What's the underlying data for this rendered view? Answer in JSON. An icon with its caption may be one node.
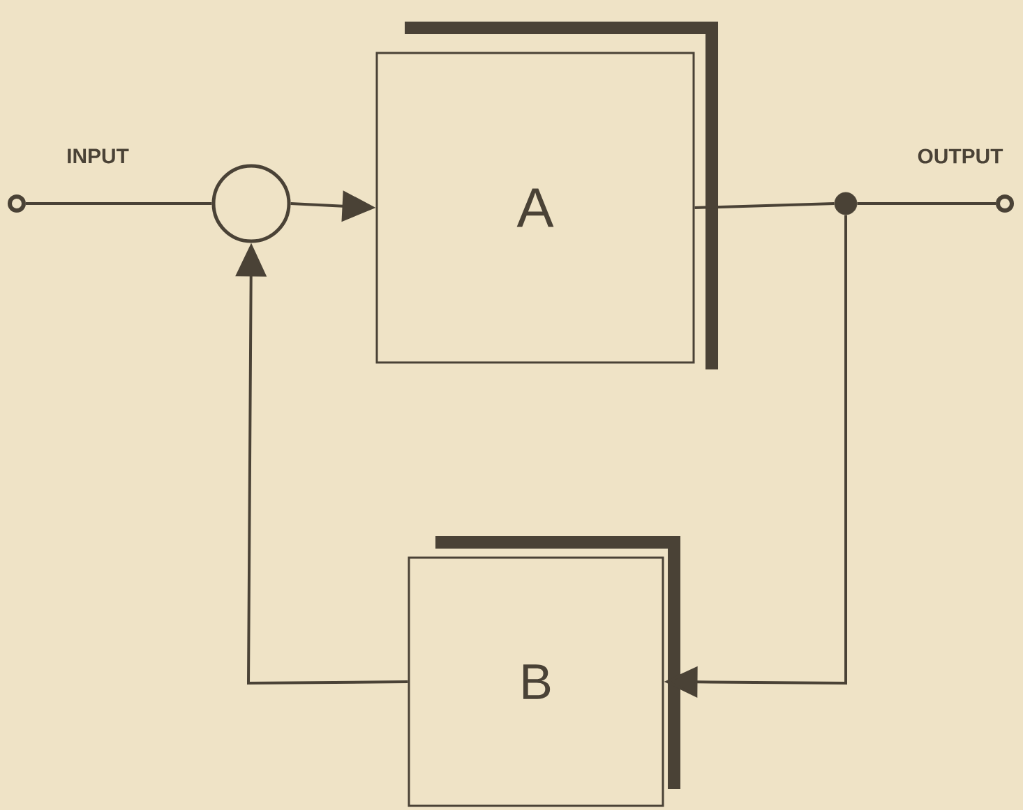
{
  "diagram": {
    "nodes": [
      {
        "text": [],
        "shape": "circle",
        "beside": [
          "INPUT"
        ]
      },
      {
        "text": [],
        "shape": "circle"
      },
      {
        "text": [
          "A"
        ]
      },
      {
        "text": [],
        "shape": "dot"
      },
      {
        "text": [],
        "shape": "circle",
        "beside": [
          "OUTPUT"
        ]
      },
      {
        "text": [
          "B"
        ]
      }
    ],
    "edges": [
      {
        "from": 0,
        "to": 1,
        "arrow": "none"
      },
      {
        "from": 1,
        "to": 2,
        "arrow": "to"
      },
      {
        "from": 2,
        "to": 3,
        "arrow": "none"
      },
      {
        "from": 3,
        "to": 4,
        "arrow": "none"
      },
      {
        "from": 3,
        "to": 5,
        "arrow": "to"
      },
      {
        "from": 5,
        "to": 1,
        "arrow": "to"
      }
    ]
  }
}
